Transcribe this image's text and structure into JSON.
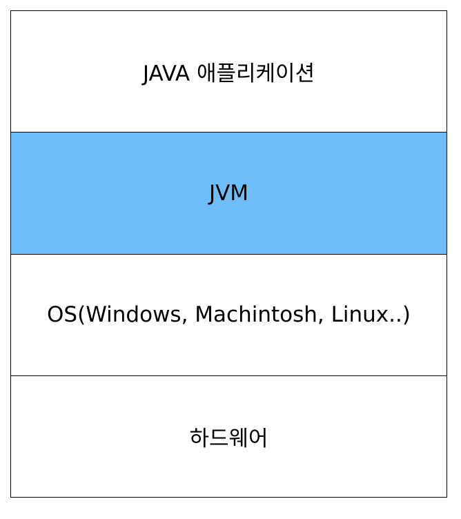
{
  "layers": [
    {
      "label": "JAVA 애플리케이션",
      "color": "#ffffff"
    },
    {
      "label": "JVM",
      "color": "#6fbdf8"
    },
    {
      "label": "OS(Windows, Machintosh, Linux..)",
      "color": "#ffffff"
    },
    {
      "label": "하드웨어",
      "color": "#ffffff"
    }
  ]
}
